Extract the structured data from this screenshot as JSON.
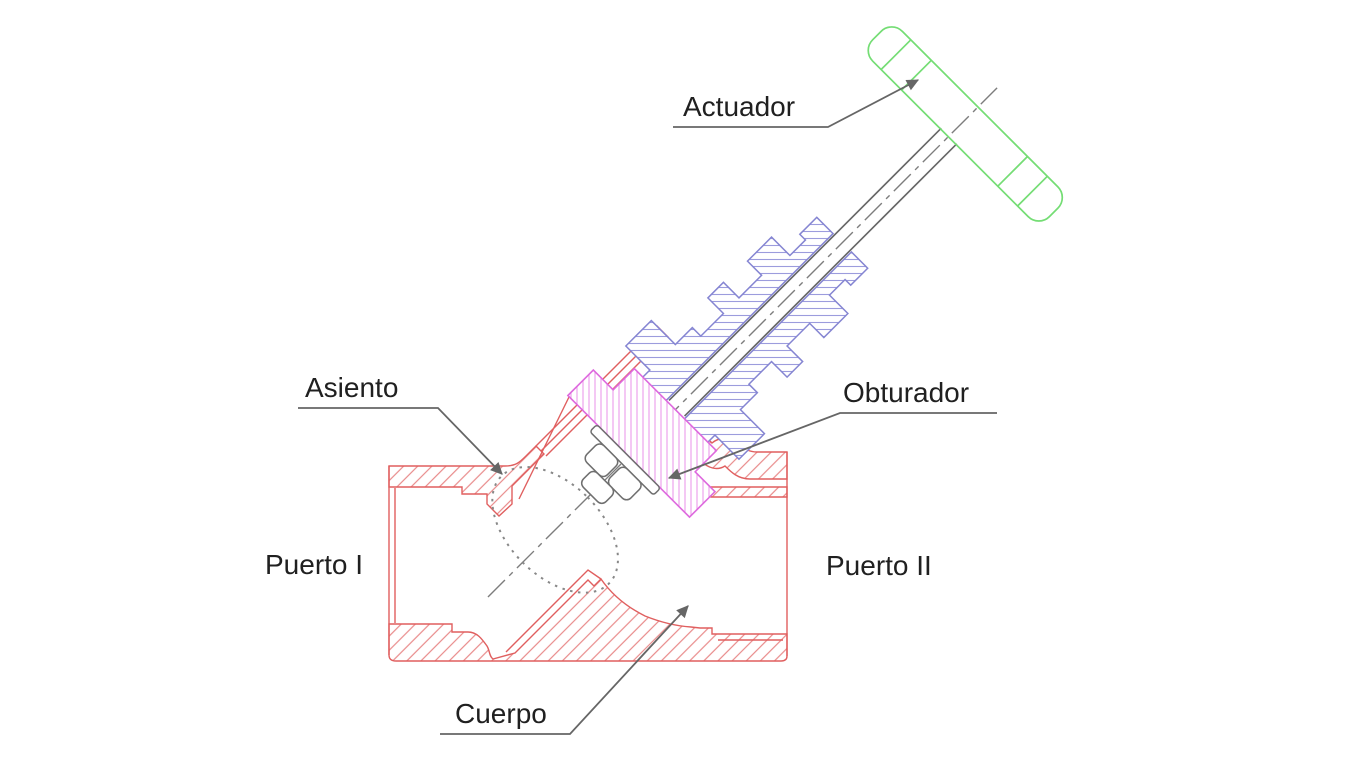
{
  "drawing": {
    "callouts": {
      "actuator": "Actuador",
      "seat": "Asiento",
      "plug": "Obturador",
      "body": "Cuerpo"
    },
    "ports": {
      "left": "Puerto I",
      "right": "Puerto II"
    },
    "colors": {
      "actuator_green": "#74dd74",
      "bonnet_blue": "#8585d2",
      "plug_magenta": "#de6ade",
      "body_red": "#e05f5f",
      "annotation_gray": "#666666",
      "centerline_gray": "#7d7d7d",
      "text": "#202020",
      "background": "#ffffff"
    }
  }
}
